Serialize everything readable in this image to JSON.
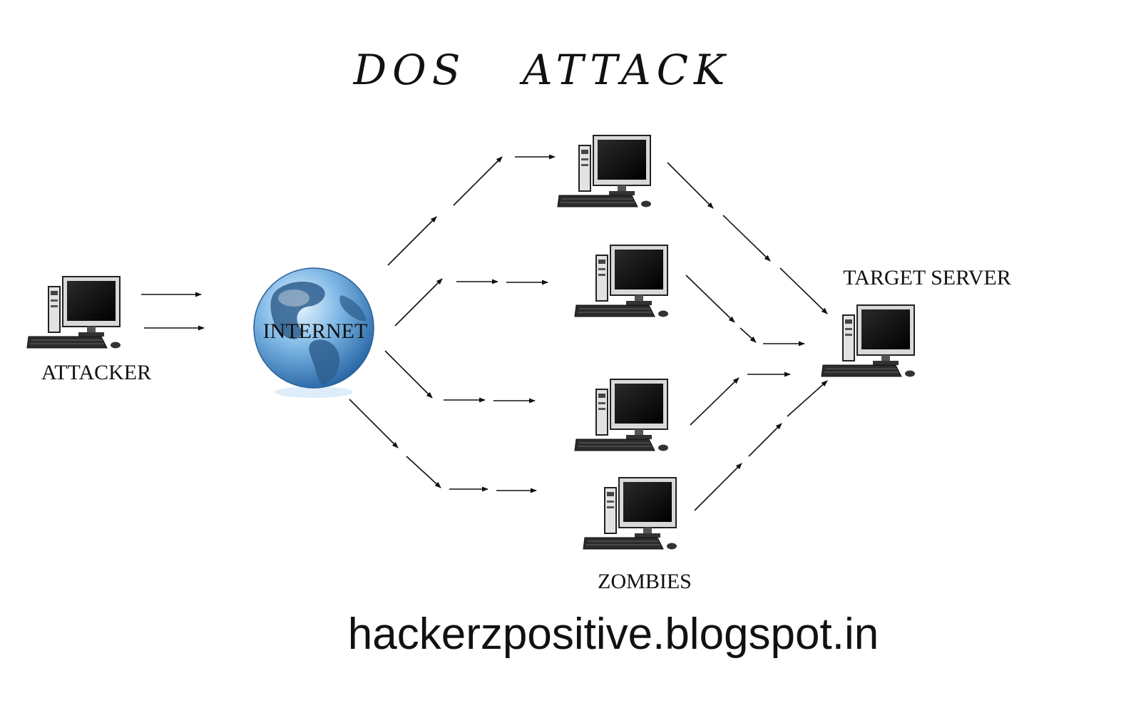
{
  "title": "DOS   ATTACK",
  "nodes": {
    "attacker": {
      "label": "ATTACKER",
      "icon": "computer-icon"
    },
    "internet": {
      "label": "INTERNET",
      "icon": "globe-icon"
    },
    "zombies": {
      "label": "ZOMBIES",
      "count": 4,
      "icon": "computer-icon"
    },
    "target": {
      "label": "TARGET SERVER",
      "icon": "computer-icon"
    }
  },
  "footer": {
    "url": "hackerzpositive.blogspot.in"
  },
  "colors": {
    "globe": "#3f86cc",
    "globe_light": "#bfe0f7",
    "land": "#2f5f8f",
    "ink": "#111111"
  }
}
